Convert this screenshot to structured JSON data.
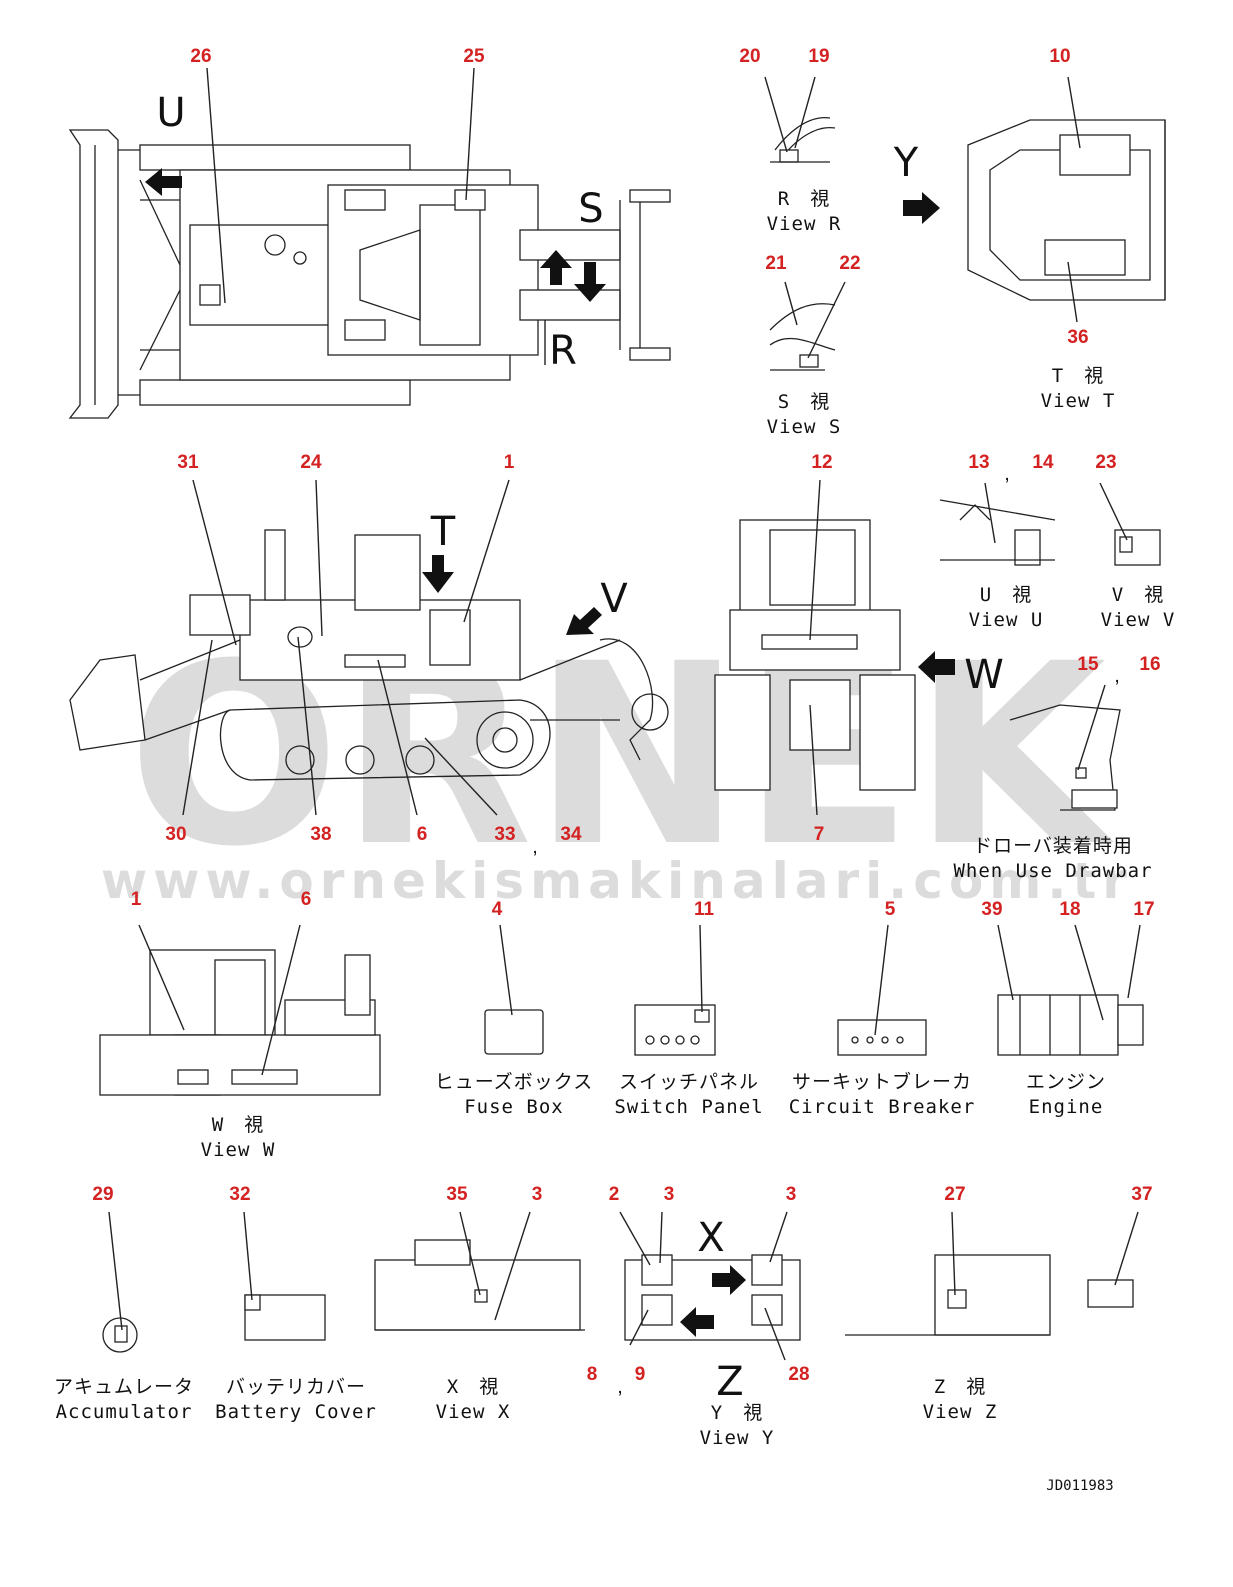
{
  "watermark": {
    "brand": "ORNEK",
    "url": "www.ornekismakinalari.com.tr"
  },
  "drawing_code": "JD011983",
  "view_letters": [
    "U",
    "S",
    "R",
    "Y",
    "T",
    "V",
    "W",
    "X",
    "Z"
  ],
  "captions": [
    {
      "jp": "R　視",
      "en": "View R"
    },
    {
      "jp": "S　視",
      "en": "View S"
    },
    {
      "jp": "T　視",
      "en": "View T"
    },
    {
      "jp": "U　視",
      "en": "View U"
    },
    {
      "jp": "V　視",
      "en": "View V"
    },
    {
      "jp": "ドローバ装着時用",
      "en": "When Use Drawbar"
    },
    {
      "jp": "W　視",
      "en": "View W"
    },
    {
      "jp": "ヒューズボックス",
      "en": "Fuse Box"
    },
    {
      "jp": "スイッチパネル",
      "en": "Switch Panel"
    },
    {
      "jp": "サーキットブレーカ",
      "en": "Circuit Breaker"
    },
    {
      "jp": "エンジン",
      "en": "Engine"
    },
    {
      "jp": "アキュムレータ",
      "en": "Accumulator"
    },
    {
      "jp": "バッテリカバー",
      "en": "Battery Cover"
    },
    {
      "jp": "X　視",
      "en": "View X"
    },
    {
      "jp": "Y　視",
      "en": "View Y"
    },
    {
      "jp": "Z　視",
      "en": "View Z"
    }
  ],
  "callouts": [
    "26",
    "25",
    "20",
    "19",
    "10",
    "21",
    "22",
    "36",
    "31",
    "24",
    "1",
    "12",
    "13",
    "14",
    "23",
    "15",
    "16",
    "30",
    "38",
    "6",
    "33",
    "34",
    "7",
    "1",
    "6",
    "4",
    "11",
    "5",
    "39",
    "18",
    "17",
    "29",
    "32",
    "35",
    "3",
    "2",
    "3",
    "3",
    "27",
    "37",
    "8",
    "9",
    "28"
  ],
  "separator": ","
}
